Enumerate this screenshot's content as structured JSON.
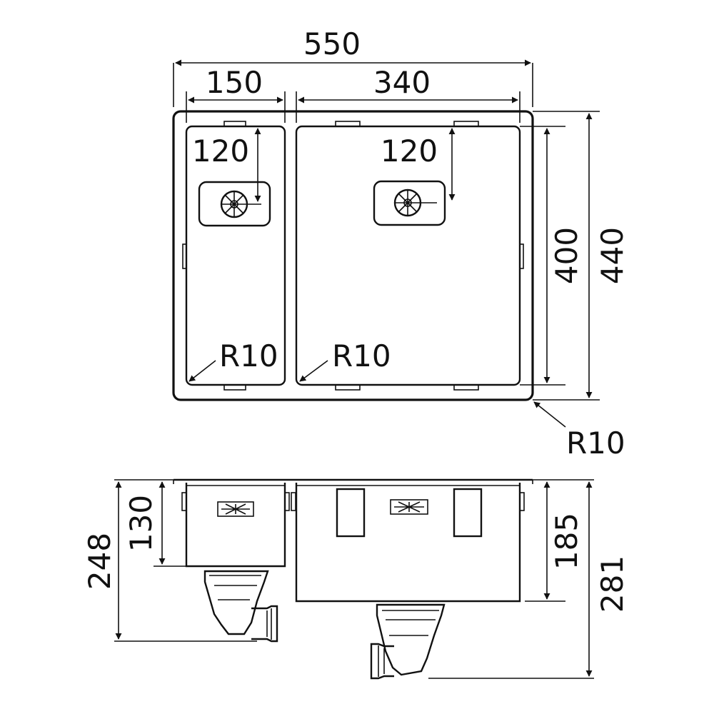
{
  "drawing": {
    "top_view": {
      "overall_width": "550",
      "left_bowl_width": "150",
      "right_bowl_width": "340",
      "left_drain_offset": "120",
      "right_drain_offset": "120",
      "inner_height": "400",
      "overall_height": "440",
      "radius_left": "R10",
      "radius_right": "R10",
      "radius_outer": "R10"
    },
    "front_view": {
      "left_depth_total": "248",
      "left_bowl_depth": "130",
      "right_bowl_depth": "185",
      "right_depth_total": "281"
    }
  },
  "colors": {
    "ink": "#111111",
    "background": "#ffffff"
  }
}
